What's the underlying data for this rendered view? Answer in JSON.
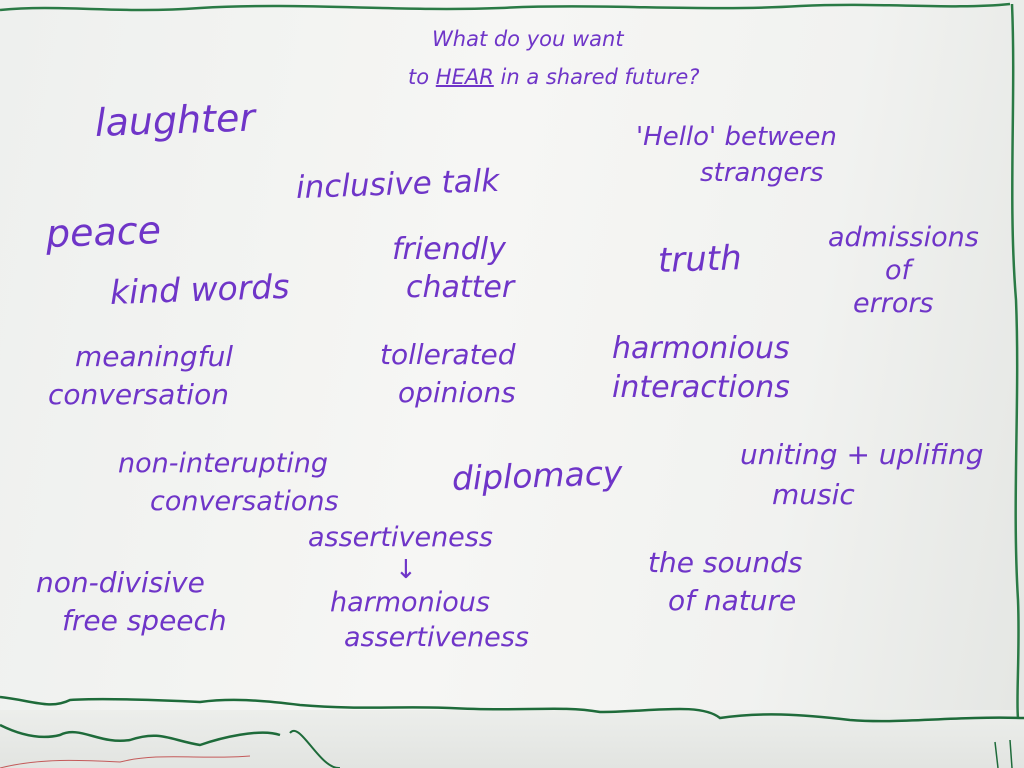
{
  "title": {
    "line1": "What do you want",
    "line2_pre": "to",
    "line2_emph": "HEAR",
    "line2_post": "in a shared future?"
  },
  "words": {
    "laughter": "laughter",
    "hello1": "'Hello' between",
    "hello2": "strangers",
    "inclusive": "inclusive talk",
    "peace": "peace",
    "friendly1": "friendly",
    "friendly2": "chatter",
    "truth": "truth",
    "admissions1": "admissions",
    "admissions2": "of",
    "admissions3": "errors",
    "kind": "kind words",
    "meaningful1": "meaningful",
    "meaningful2": "conversation",
    "tollerated1": "tollerated",
    "tollerated2": "opinions",
    "harmonious1": "harmonious",
    "harmonious2": "interactions",
    "noninter1": "non-interupting",
    "noninter2": "conversations",
    "diplomacy": "diplomacy",
    "uniting1": "uniting + uplifing",
    "uniting2": "music",
    "nondiv1": "non-divisive",
    "nondiv2": "free speech",
    "assert1": "assertiveness",
    "arrow": "↓",
    "assert2": "harmonious",
    "assert3": "assertiveness",
    "sounds1": "the sounds",
    "sounds2": "of nature"
  },
  "colors": {
    "ink": "#6f35c8",
    "border": "#1e6b3a"
  }
}
